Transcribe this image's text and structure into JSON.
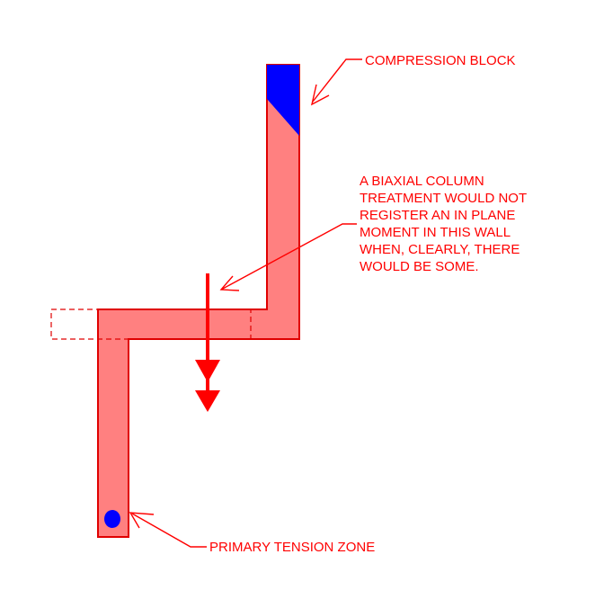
{
  "colors": {
    "wall_fill": "#ff8080",
    "wall_stroke": "#e00000",
    "annotation": "#ff0000",
    "compression_fill": "#0000ff",
    "background": "#ffffff"
  },
  "labels": {
    "compression_block": "COMPRESSION BLOCK",
    "note_lines": [
      "A BIAXIAL COLUMN",
      "TREATMENT WOULD NOT",
      "REGISTER AN IN PLANE",
      "MOMENT IN THIS WALL",
      "WHEN, CLEARLY, THERE",
      "WOULD BE SOME."
    ],
    "tension_zone": "PRIMARY TENSION ZONE"
  }
}
